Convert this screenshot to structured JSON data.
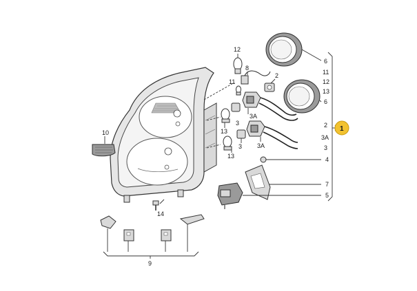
{
  "callouts": {
    "c12_top": "12",
    "c8": "8",
    "c2_top": "2",
    "c11_left": "11",
    "c3_upper": "3",
    "c3a_upper": "3A",
    "c13_upper": "13",
    "c3_lower": "3",
    "c3a_lower": "3A",
    "c13_lower": "13",
    "c10": "10",
    "c14": "14",
    "c9": "9",
    "c4": "4",
    "c7": "7",
    "c5": "5",
    "c6_top": "6",
    "c6_mid": "6",
    "list_11": "11",
    "list_12": "12",
    "list_13": "13",
    "list_2": "2",
    "list_3A": "3A",
    "list_3": "3",
    "badge": "1"
  },
  "colors": {
    "badge_fill": "#f2c230",
    "housing_fill": "#e6e6e6"
  }
}
